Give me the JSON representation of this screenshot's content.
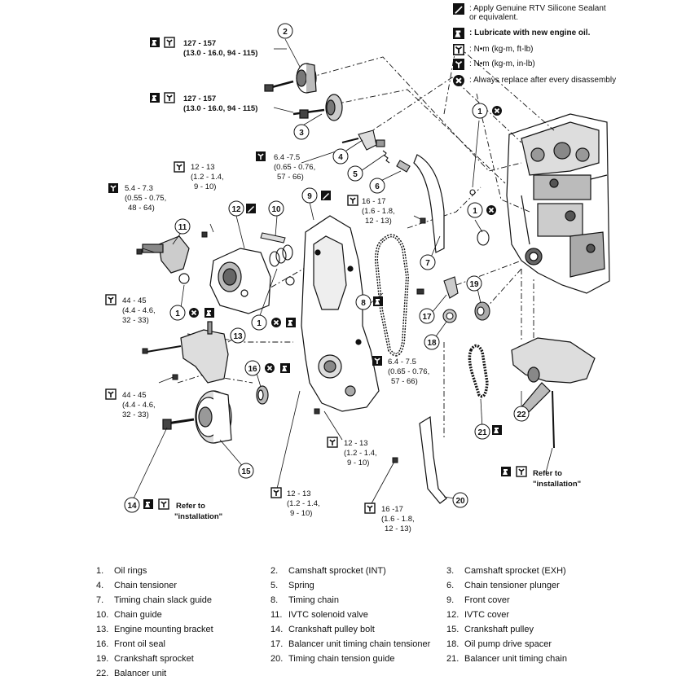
{
  "legend": {
    "rtv_line1": "Apply Genuine RTV Silicone Sealant",
    "rtv_line2": "or equivalent.",
    "oil": "Lubricate with new engine oil.",
    "torque_ft": "N•m (kg-m, ft-lb)",
    "torque_in": "N•m (kg-m, in-lb)",
    "replace": "Always replace after every disassembly"
  },
  "callouts": {
    "t127a_1": "127 - 157",
    "t127a_2": "(13.0 - 16.0, 94 - 115)",
    "t127b_1": "127 - 157",
    "t127b_2": "(13.0 - 16.0, 94 - 115)",
    "t64a_1": "6.4 -7.5",
    "t64a_2": "(0.65 - 0.76,",
    "t64a_3": "57 - 66)",
    "t12a_1": "12 - 13",
    "t12a_2": "(1.2 - 1.4,",
    "t12a_3": "9 - 10)",
    "t54_1": "5.4 - 7.3",
    "t54_2": "(0.55 - 0.75,",
    "t54_3": "48 - 64)",
    "t16a_1": "16 - 17",
    "t16a_2": "(1.6 - 1.8,",
    "t16a_3": "12 - 13)",
    "t44a_1": "44 - 45",
    "t44a_2": "(4.4 - 4.6,",
    "t44a_3": "32 - 33)",
    "t44b_1": "44 - 45",
    "t44b_2": "(4.4 - 4.6,",
    "t44b_3": "32 - 33)",
    "t64b_1": "6.4 - 7.5",
    "t64b_2": "(0.65 - 0.76,",
    "t64b_3": "57 - 66)",
    "t12b_1": "12 - 13",
    "t12b_2": "(1.2 - 1.4,",
    "t12b_3": "9 - 10)",
    "t12c_1": "12 - 13",
    "t12c_2": "(1.2 - 1.4,",
    "t12c_3": "9 - 10)",
    "t16b_1": "16 -17",
    "t16b_2": "(1.6 - 1.8,",
    "t16b_3": "12 - 13)",
    "refer_a_1": "Refer to",
    "refer_a_2": "\"installation\"",
    "refer_b_1": "Refer to",
    "refer_b_2": "\"installation\""
  },
  "part_numbers": {
    "n1a": "1",
    "n1b": "1",
    "n1c": "1",
    "n1d": "1",
    "n2": "2",
    "n3": "3",
    "n4": "4",
    "n5": "5",
    "n6": "6",
    "n7": "7",
    "n8": "8",
    "n9": "9",
    "n10": "10",
    "n11": "11",
    "n12": "12",
    "n13": "13",
    "n14": "14",
    "n15": "15",
    "n16": "16",
    "n17": "17",
    "n18": "18",
    "n19": "19",
    "n20": "20",
    "n21": "21",
    "n22": "22"
  },
  "parts": [
    {
      "num": "1.",
      "name": "Oil rings"
    },
    {
      "num": "2.",
      "name": "Camshaft sprocket (INT)"
    },
    {
      "num": "3.",
      "name": "Camshaft sprocket (EXH)"
    },
    {
      "num": "4.",
      "name": "Chain tensioner"
    },
    {
      "num": "5.",
      "name": "Spring"
    },
    {
      "num": "6.",
      "name": "Chain tensioner plunger"
    },
    {
      "num": "7.",
      "name": "Timing chain slack guide"
    },
    {
      "num": "8.",
      "name": "Timing chain"
    },
    {
      "num": "9.",
      "name": "Front cover"
    },
    {
      "num": "10.",
      "name": "Chain guide"
    },
    {
      "num": "11.",
      "name": "IVTC solenoid valve"
    },
    {
      "num": "12.",
      "name": "IVTC cover"
    },
    {
      "num": "13.",
      "name": "Engine mounting bracket"
    },
    {
      "num": "14.",
      "name": "Crankshaft pulley bolt"
    },
    {
      "num": "15.",
      "name": "Crankshaft pulley"
    },
    {
      "num": "16.",
      "name": "Front oil seal"
    },
    {
      "num": "17.",
      "name": "Balancer unit timing chain tensioner"
    },
    {
      "num": "18.",
      "name": "Oil pump drive spacer"
    },
    {
      "num": "19.",
      "name": "Crankshaft sprocket"
    },
    {
      "num": "20.",
      "name": "Timing chain tension guide"
    },
    {
      "num": "21.",
      "name": "Balancer unit timing chain"
    },
    {
      "num": "22.",
      "name": "Balancer unit"
    }
  ]
}
